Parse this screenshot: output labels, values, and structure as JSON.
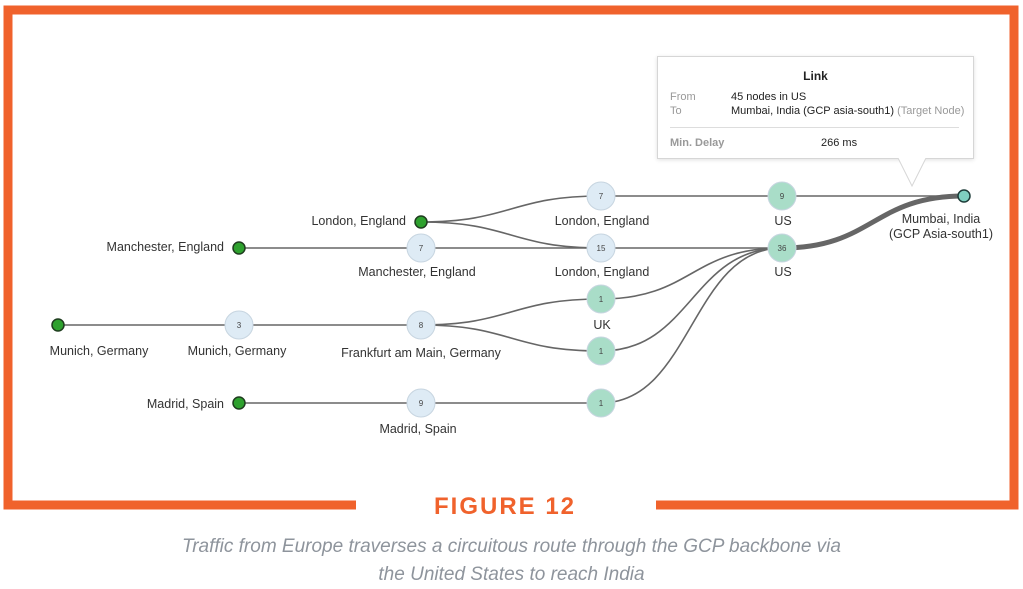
{
  "colors": {
    "frame": "#f0622c",
    "source_node": "#2ea12e",
    "light_node": "#deebf5",
    "teal_node": "#a9ddc8",
    "target_node": "#7fcfc0",
    "edge": "#666666"
  },
  "nodes": [
    {
      "id": "london_src",
      "value": "",
      "label": "London, England",
      "kind": "source"
    },
    {
      "id": "manchester_src",
      "value": "",
      "label": "Manchester, England",
      "kind": "source"
    },
    {
      "id": "munich_src",
      "value": "",
      "label": "Munich, Germany",
      "kind": "source"
    },
    {
      "id": "madrid_src",
      "value": "",
      "label": "Madrid, Spain",
      "kind": "source"
    },
    {
      "id": "munich_hop",
      "value": "3",
      "label": "Munich, Germany",
      "kind": "light"
    },
    {
      "id": "manchester_hop",
      "value": "7",
      "label": "Manchester, England",
      "kind": "light"
    },
    {
      "id": "frankfurt_hop",
      "value": "8",
      "label": "Frankfurt am Main, Germany",
      "kind": "light"
    },
    {
      "id": "madrid_hop",
      "value": "9",
      "label": "Madrid, Spain",
      "kind": "light"
    },
    {
      "id": "london_hop_a",
      "value": "7",
      "label": "London, England",
      "kind": "light"
    },
    {
      "id": "london_hop_b",
      "value": "15",
      "label": "London, England",
      "kind": "light"
    },
    {
      "id": "uk_hop",
      "value": "1",
      "label": "UK",
      "kind": "teal"
    },
    {
      "id": "de_hop",
      "value": "1",
      "label": "",
      "kind": "teal"
    },
    {
      "id": "es_hop",
      "value": "1",
      "label": "",
      "kind": "teal"
    },
    {
      "id": "us_hop_a",
      "value": "9",
      "label": "US",
      "kind": "teal"
    },
    {
      "id": "us_hop_b",
      "value": "36",
      "label": "US",
      "kind": "teal"
    },
    {
      "id": "mumbai",
      "value": "",
      "label": "Mumbai, India\n(GCP Asia-south1)",
      "kind": "target"
    }
  ],
  "edges": [
    [
      "manchester_src",
      "manchester_hop"
    ],
    [
      "manchester_hop",
      "london_hop_b"
    ],
    [
      "london_src",
      "london_hop_a"
    ],
    [
      "london_src",
      "london_hop_b"
    ],
    [
      "london_hop_a",
      "us_hop_a"
    ],
    [
      "london_hop_b",
      "us_hop_b"
    ],
    [
      "munich_src",
      "munich_hop"
    ],
    [
      "munich_hop",
      "frankfurt_hop"
    ],
    [
      "frankfurt_hop",
      "uk_hop"
    ],
    [
      "frankfurt_hop",
      "de_hop"
    ],
    [
      "madrid_src",
      "madrid_hop"
    ],
    [
      "madrid_hop",
      "es_hop"
    ],
    [
      "uk_hop",
      "us_hop_b"
    ],
    [
      "de_hop",
      "us_hop_b"
    ],
    [
      "es_hop",
      "us_hop_b"
    ],
    [
      "us_hop_a",
      "mumbai"
    ],
    [
      "us_hop_b",
      "mumbai"
    ]
  ],
  "tooltip": {
    "title": "Link",
    "from_label": "From",
    "from_value": "45 nodes in US",
    "to_label": "To",
    "to_value": "Mumbai, India (GCP asia-south1)",
    "to_note": "(Target Node)",
    "delay_label": "Min. Delay",
    "delay_value": "266 ms"
  },
  "figure_label": "FIGURE 12",
  "caption_line1": "Traffic from Europe traverses a circuitous route through the GCP backbone via",
  "caption_line2": "the United States to reach India"
}
